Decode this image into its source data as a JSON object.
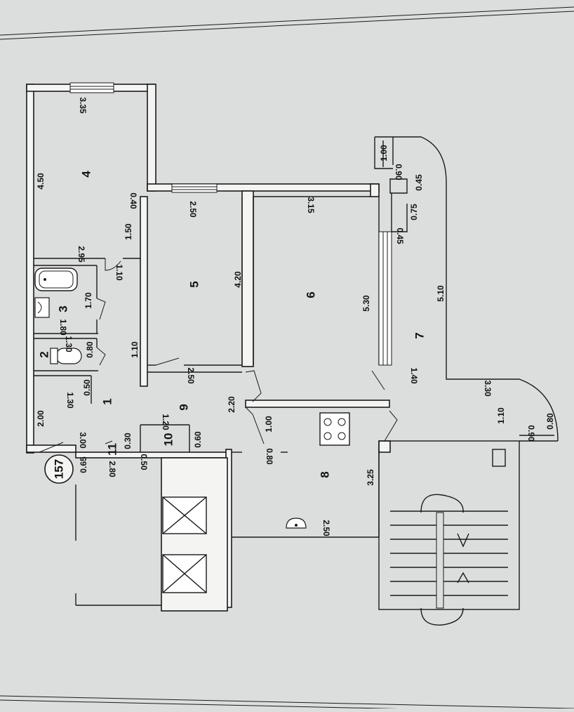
{
  "plan": {
    "apartment_number": "157",
    "rooms": [
      "1",
      "2",
      "3",
      "4",
      "5",
      "6",
      "7",
      "8",
      "9",
      "10",
      "11"
    ],
    "dimensions": {
      "r4_width": "3.35",
      "r4_length": "4.50",
      "r4_wall": "0.40",
      "r4_side": "1.50",
      "r4_low": "2.95",
      "r5_top": "2.50",
      "r5_length": "4.20",
      "r5_bottom": "2.50",
      "r6_top": "3.15",
      "r6_length": "5.30",
      "r7_a": "1.00",
      "r7_b": "0.90",
      "r7_c": "0.45",
      "r7_d": "0.75",
      "r7_e": "0.45",
      "r7_length": "5.10",
      "r7_f": "1.40",
      "r7_g": "3.30",
      "r7_h": "1.10",
      "r7_i": "0.90",
      "r7_j": "0.80",
      "r3_a": "1.10",
      "r3_b": "1.70",
      "r3_c": "1.80",
      "r2_a": "1.30",
      "r2_b": "0.80",
      "r1_a": "1.10",
      "r1_b": "0.50",
      "r1_c": "1.30",
      "r1_d": "2.00",
      "r1_e": "3.00",
      "r1_f": "0.30",
      "r9_a": "2.20",
      "r10_a": "1.20",
      "r10_b": "0.60",
      "r8_a": "1.00",
      "r8_b": "0.80",
      "r8_c": "3.25",
      "r8_d": "2.50",
      "r11_a": "0.65",
      "r11_b": "2.80",
      "r11_c": "0.50"
    }
  }
}
